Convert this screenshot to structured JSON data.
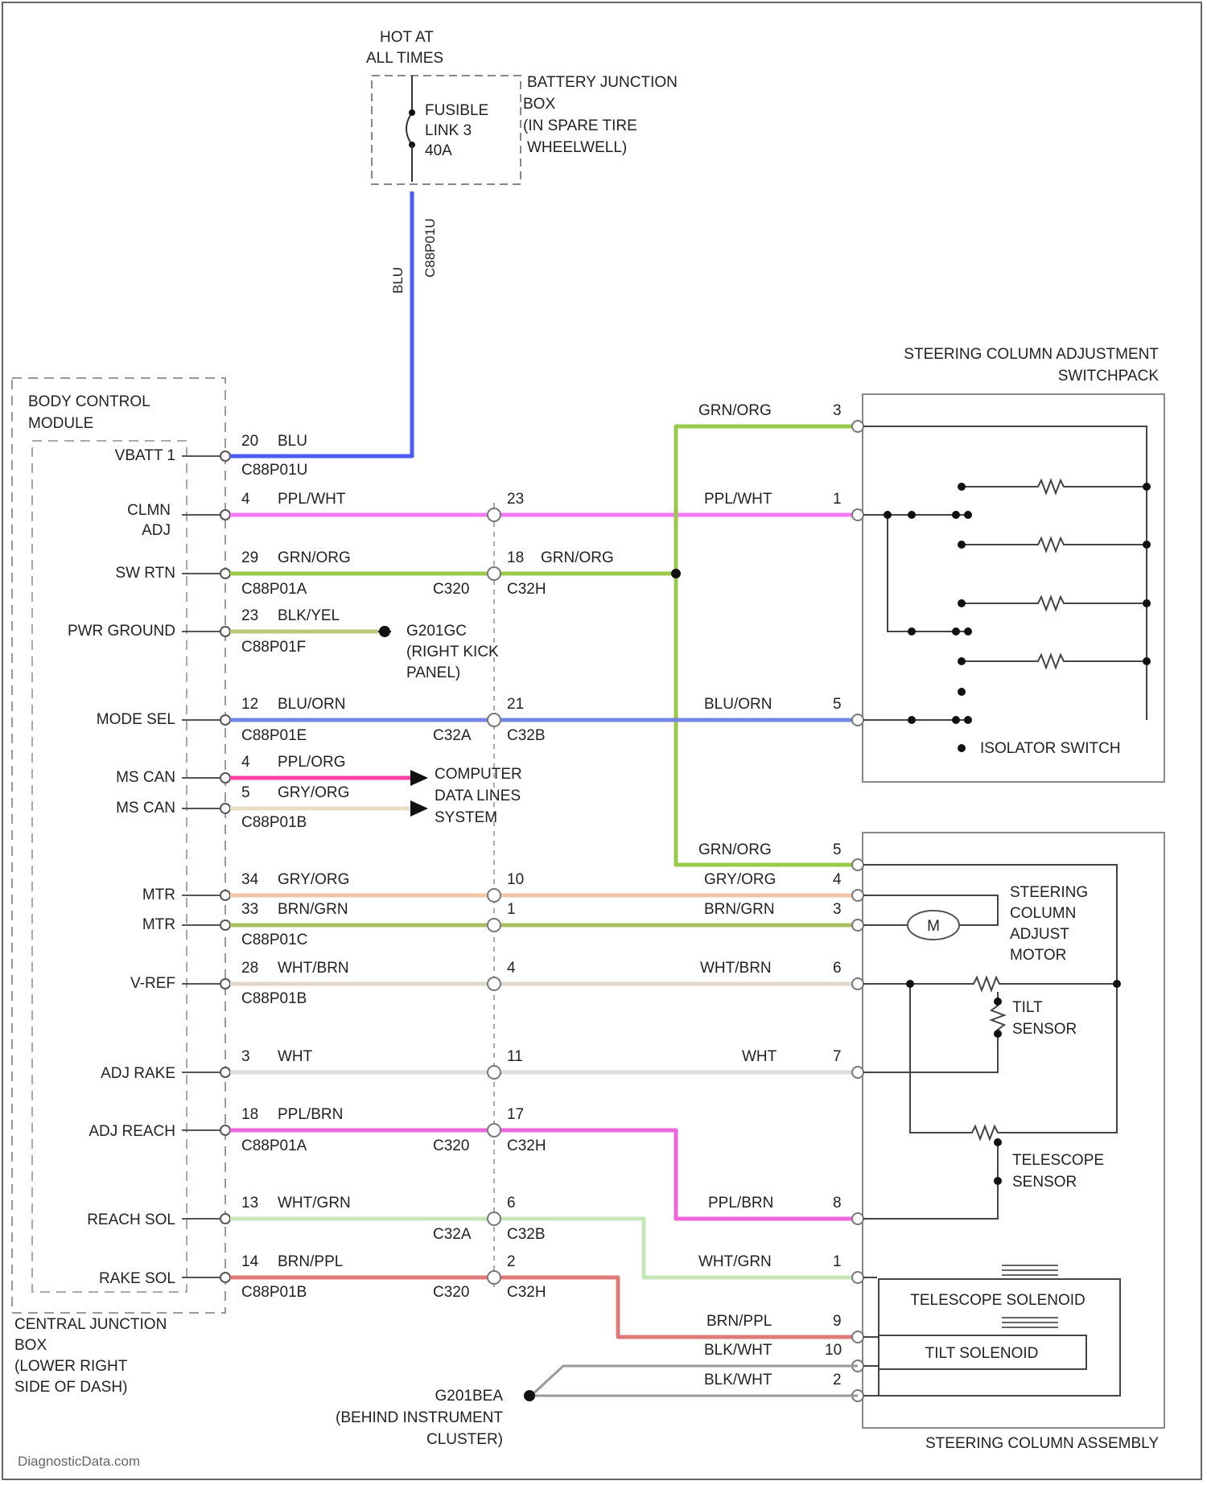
{
  "colors": {
    "blu": "#4d5cf0",
    "ppl_wht": "#f27af2",
    "grn_org": "#9ac94a",
    "blk_yel": "#b8c87a",
    "blu_orn": "#7484e0",
    "ppl_org": "#ff3fa6",
    "gry_org": "#e8dcc4",
    "gry_org_motor": "#f2c7a6",
    "brn_grn": "#a8c060",
    "wht_brn": "#e0d8c8",
    "wht": "#dddddd",
    "ppl_brn": "#ee66dd",
    "wht_grn": "#c7e6b8",
    "brn_ppl": "#e07a7a",
    "blk_wht": "#999999",
    "frame": "#888888",
    "black": "#111111"
  },
  "power": {
    "hot_line1": "HOT AT",
    "hot_line2": "ALL TIMES",
    "fuse_line1": "FUSIBLE",
    "fuse_line2": "LINK 3",
    "fuse_line3": "40A",
    "bjb_line1": "BATTERY JUNCTION",
    "bjb_line2": "BOX",
    "bjb_line3": "(IN SPARE TIRE",
    "bjb_line4": "WHEELWELL)",
    "wire_color": "BLU",
    "wire_circuit": "C88P01U"
  },
  "bcm": {
    "line1": "BODY CONTROL",
    "line2": "MODULE",
    "cjb_line1": "CENTRAL JUNCTION",
    "cjb_line2": "BOX",
    "cjb_line3": "(LOWER RIGHT",
    "cjb_line4": "SIDE OF DASH)"
  },
  "pins": [
    {
      "label": "VBATT 1"
    },
    {
      "label": "CLMN"
    },
    {
      "label": "ADJ"
    },
    {
      "label": "SW RTN"
    },
    {
      "label": "PWR GROUND"
    },
    {
      "label": "MODE SEL"
    },
    {
      "label": "MS CAN"
    },
    {
      "label": "MS CAN"
    },
    {
      "label": "MTR"
    },
    {
      "label": "MTR"
    },
    {
      "label": "V-REF"
    },
    {
      "label": "ADJ RAKE"
    },
    {
      "label": "ADJ REACH"
    },
    {
      "label": "REACH SOL"
    },
    {
      "label": "RAKE SOL"
    }
  ],
  "wires": [
    {
      "pin": "20",
      "color": "BLU",
      "circuit": "C88P01U"
    },
    {
      "pin": "4",
      "color": "PPL/WHT",
      "mid_pin": "23",
      "right_color": "PPL/WHT",
      "right_pin": "1"
    },
    {
      "pin": "29",
      "color": "GRN/ORG",
      "circuit": "C88P01A",
      "mid_pin": "18",
      "right_color": "GRN/ORG",
      "conn_left": "C320",
      "conn_right": "C32H"
    },
    {
      "pin": "23",
      "color": "BLK/YEL",
      "circuit": "C88P01F",
      "ground": "G201GC",
      "ground_l2": "(RIGHT KICK",
      "ground_l3": "PANEL)"
    },
    {
      "pin": "12",
      "color": "BLU/ORN",
      "circuit": "C88P01E",
      "mid_pin": "21",
      "conn_left": "C32A",
      "conn_right": "C32B",
      "right_color": "BLU/ORN",
      "right_pin": "5"
    },
    {
      "pin": "4",
      "color": "PPL/ORG"
    },
    {
      "pin": "5",
      "color": "GRY/ORG",
      "circuit": "C88P01B"
    },
    {
      "pin": "34",
      "color": "GRY/ORG",
      "mid_pin": "10",
      "right_color": "GRY/ORG",
      "right_pin": "4"
    },
    {
      "pin": "33",
      "color": "BRN/GRN",
      "circuit": "C88P01C",
      "mid_pin": "1",
      "right_color": "BRN/GRN",
      "right_pin": "3"
    },
    {
      "pin": "28",
      "color": "WHT/BRN",
      "circuit": "C88P01B",
      "mid_pin": "4",
      "right_color": "WHT/BRN",
      "right_pin": "6"
    },
    {
      "pin": "3",
      "color": "WHT",
      "mid_pin": "11",
      "right_color": "WHT",
      "right_pin": "7"
    },
    {
      "pin": "18",
      "color": "PPL/BRN",
      "circuit": "C88P01A",
      "mid_pin": "17",
      "conn_left": "C320",
      "conn_right": "C32H",
      "right_color": "PPL/BRN",
      "right_pin": "8"
    },
    {
      "pin": "13",
      "color": "WHT/GRN",
      "mid_pin": "6",
      "conn_left": "C32A",
      "conn_right": "C32B",
      "right_color": "WHT/GRN",
      "right_pin": "1"
    },
    {
      "pin": "14",
      "color": "BRN/PPL",
      "circuit": "C88P01B",
      "mid_pin": "2",
      "conn_left": "C320",
      "conn_right": "C32H",
      "right_color": "BRN/PPL",
      "right_pin": "9"
    }
  ],
  "cdl": {
    "line1": "COMPUTER",
    "line2": "DATA LINES",
    "line3": "SYSTEM"
  },
  "switchpack": {
    "title_line1": "STEERING COLUMN ADJUSTMENT",
    "title_line2": "SWITCHPACK",
    "top_color": "GRN/ORG",
    "top_pin": "3",
    "isolator": "ISOLATOR SWITCH"
  },
  "assembly": {
    "title": "STEERING COLUMN ASSEMBLY",
    "top_color": "GRN/ORG",
    "top_pin": "5",
    "motor_symbol": "M",
    "motor_l1": "STEERING",
    "motor_l2": "COLUMN",
    "motor_l3": "ADJUST",
    "motor_l4": "MOTOR",
    "tilt_l1": "TILT",
    "tilt_l2": "SENSOR",
    "tele_l1": "TELESCOPE",
    "tele_l2": "SENSOR",
    "tele_sol": "TELESCOPE SOLENOID",
    "tilt_sol": "TILT SOLENOID",
    "gnd_color1": "BLK/WHT",
    "gnd_pin1": "10",
    "gnd_color2": "BLK/WHT",
    "gnd_pin2": "2"
  },
  "ground2": {
    "line1": "G201BEA",
    "line2": "(BEHIND INSTRUMENT",
    "line3": "CLUSTER)"
  },
  "watermark": "DiagnosticData.com"
}
